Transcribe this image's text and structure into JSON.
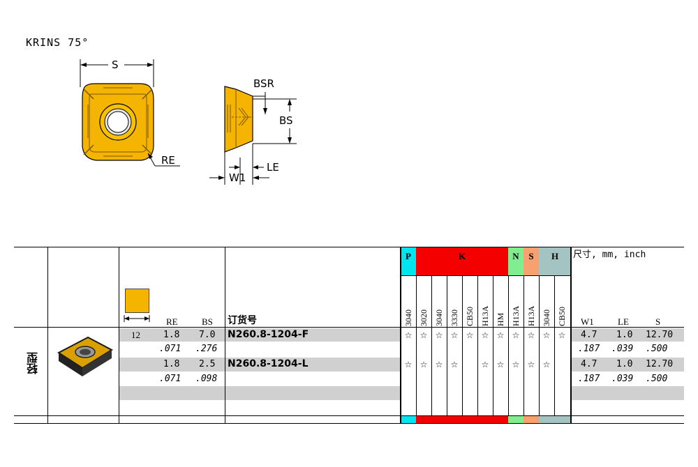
{
  "page_title": "KRINS 75°",
  "drawing": {
    "label_s": "S",
    "label_re": "RE",
    "label_bsr": "BSR",
    "label_bs": "BS",
    "label_le": "LE",
    "label_w1": "W1"
  },
  "table": {
    "side_label": "轻型",
    "col_re": "RE",
    "col_bs": "BS",
    "col_order": "订货号",
    "dims_header": "尺寸, mm, inch",
    "dim_cols": [
      "W1",
      "LE",
      "S"
    ],
    "groups": [
      "P",
      "K",
      "N",
      "S",
      "H"
    ],
    "grades": [
      "3040",
      "3020",
      "3040",
      "3330",
      "CB50",
      "H13A",
      "HM",
      "H13A",
      "H13A",
      "3040",
      "CB50"
    ],
    "size": "12",
    "rows": [
      {
        "re_mm": "1.8",
        "bs_mm": "7.0",
        "order": "N260.8-1204-F",
        "re_in": ".071",
        "bs_in": ".276",
        "stars": [
          "☆",
          "☆",
          "☆",
          "☆",
          "☆",
          "☆",
          "☆",
          "☆",
          "☆",
          "☆",
          "☆"
        ],
        "w1_mm": "4.7",
        "le_mm": "1.0",
        "s_mm": "12.70",
        "w1_in": ".187",
        "le_in": ".039",
        "s_in": ".500"
      },
      {
        "re_mm": "1.8",
        "bs_mm": "2.5",
        "order": "N260.8-1204-L",
        "re_in": ".071",
        "bs_in": ".098",
        "stars": [
          "☆",
          "☆",
          "☆",
          "☆",
          "",
          "☆",
          "☆",
          "☆",
          "☆",
          "☆",
          ""
        ],
        "w1_mm": "4.7",
        "le_mm": "1.0",
        "s_mm": "12.70",
        "w1_in": ".187",
        "le_in": ".039",
        "s_in": ".500"
      }
    ]
  },
  "colors": {
    "group_p": "#00e5ee",
    "group_k": "#f40000",
    "group_n": "#80ee90",
    "group_s": "#f7a070",
    "group_h": "#a4c4c4",
    "insert_gold": "#f5b400",
    "row_gray": "#d0d0d0"
  }
}
